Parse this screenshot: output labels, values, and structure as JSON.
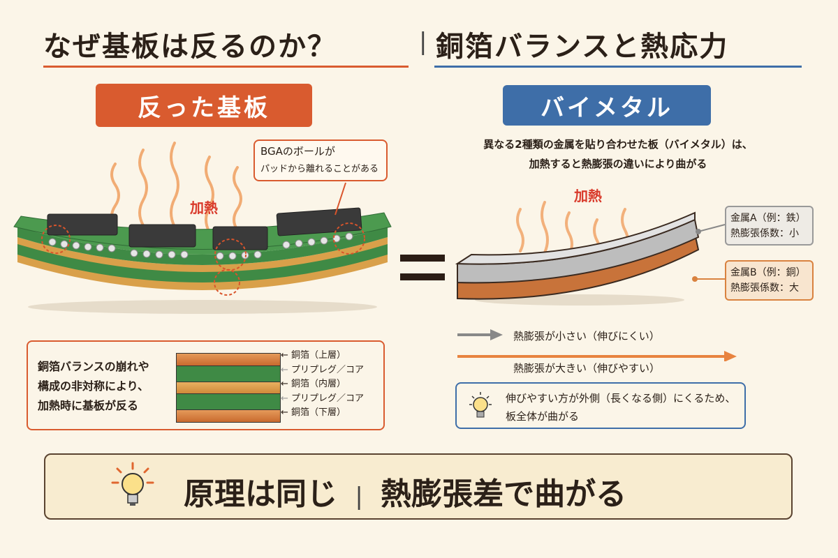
{
  "header": {
    "title_left": "なぜ基板は反るのか？",
    "separator": "|",
    "title_right": "銅箔バランスと熱応力"
  },
  "left": {
    "label": "反った基板",
    "heat_label": "加熱",
    "callout_line1": "BGAのボールが",
    "callout_line2": "パッドから離れることがある",
    "explain": [
      "銅箔バランスの崩れや",
      "構成の非対称により、",
      "加熱時に基板が反る"
    ],
    "layers": [
      "銅箔（上層）",
      "プリプレグ／コア",
      "銅箔（内層）",
      "プリプレグ／コア",
      "銅箔（下層）"
    ]
  },
  "equals": "=",
  "right": {
    "label": "バイメタル",
    "desc_line1": "異なる2種類の金属を貼り合わせた板（バイメタル）は、",
    "desc_line2": "加熱すると熱膨張の違いにより曲がる",
    "heat_label": "加熱",
    "metal_a": {
      "name": "金属A（例：鉄）",
      "coef": "熱膨張係数：小"
    },
    "metal_b": {
      "name": "金属B（例：銅）",
      "coef": "熱膨張係数：大"
    },
    "arrow_small": "熱膨張が小さい（伸びにくい）",
    "arrow_large": "熱膨張が大きい（伸びやすい）",
    "tip_line1": "伸びやすい方が外側（長くなる側）にくるため、",
    "tip_line2": "板全体が曲がる"
  },
  "footer": {
    "text_left": "原理は同じ",
    "separator": "|",
    "text_right": "熱膨張差で曲がる"
  },
  "colors": {
    "accent_red": "#d95b2f",
    "accent_blue": "#3e6ea8",
    "background": "#fbf5e8",
    "pcb_green": "#3f8a45",
    "copper": "#d9823f"
  }
}
